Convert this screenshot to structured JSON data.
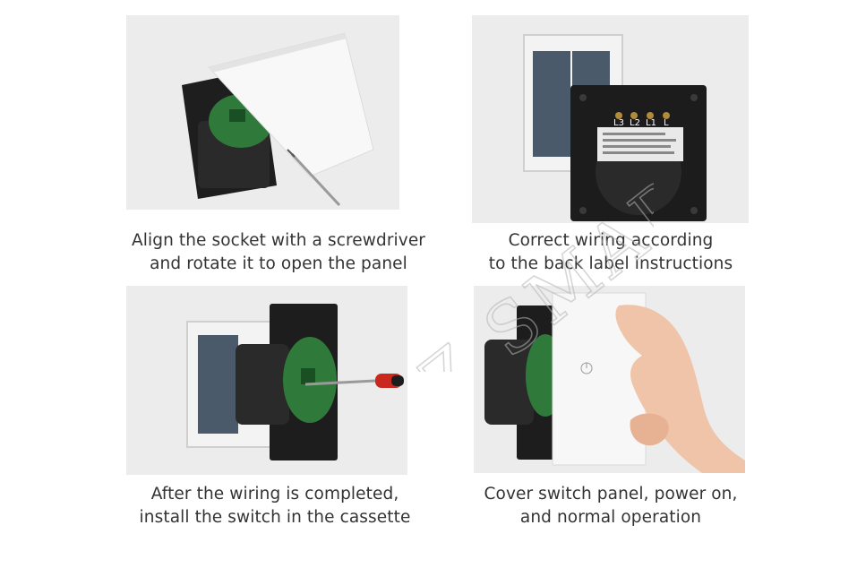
{
  "steps": [
    {
      "line1": "Align the socket with a screwdriver",
      "line2": "and rotate it to open the panel"
    },
    {
      "line1": "Correct wiring according",
      "line2": "to the back label instructions"
    },
    {
      "line1": "After the wiring is completed,",
      "line2": "install the switch in the cassette"
    },
    {
      "line1": "Cover switch panel, power on,",
      "line2": "and normal operation"
    }
  ],
  "terminals": [
    "L3",
    "L2",
    "L1",
    "L"
  ],
  "watermark": "SZ SMART",
  "colors": {
    "panel_bg": "#ececec",
    "caption_text": "#333333",
    "module_black": "#1c1c1c",
    "pcb_green": "#2f7a3a",
    "glass_white": "#f7f7f7"
  }
}
